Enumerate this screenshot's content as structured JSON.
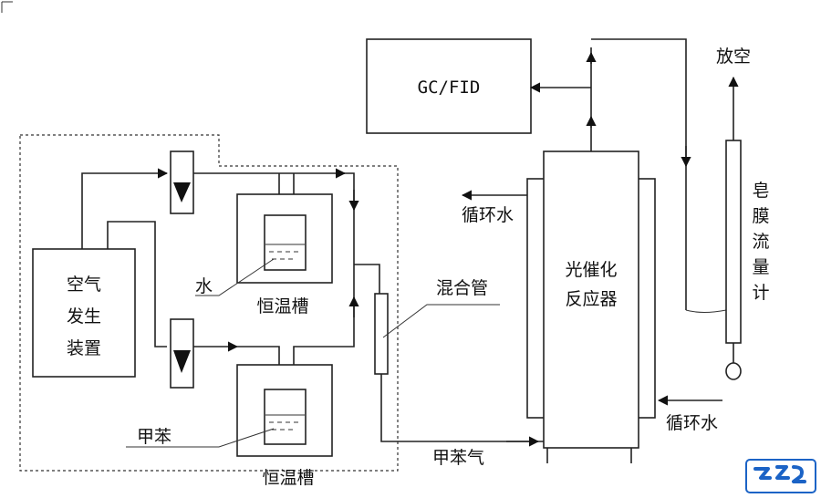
{
  "labels": {
    "gc_fid": "GC/FID",
    "vent": "放空",
    "air_gen": [
      "空气",
      "发生",
      "装置"
    ],
    "water": "水",
    "thermostat_top": "恒温槽",
    "thermostat_bottom": "恒温槽",
    "toluene": "甲苯",
    "mixing_tube": "混合管",
    "circ_water_left": "循环水",
    "circ_water_right": "循环水",
    "reactor": [
      "光催化",
      "反应器"
    ],
    "toluene_gas": "甲苯气",
    "flowmeter": [
      "皂",
      "膜",
      "流",
      "量",
      "计"
    ]
  },
  "colors": {
    "line": "#222222",
    "logo": "#1b63c6"
  },
  "icons": {
    "logo": "logo-badge-icon"
  }
}
